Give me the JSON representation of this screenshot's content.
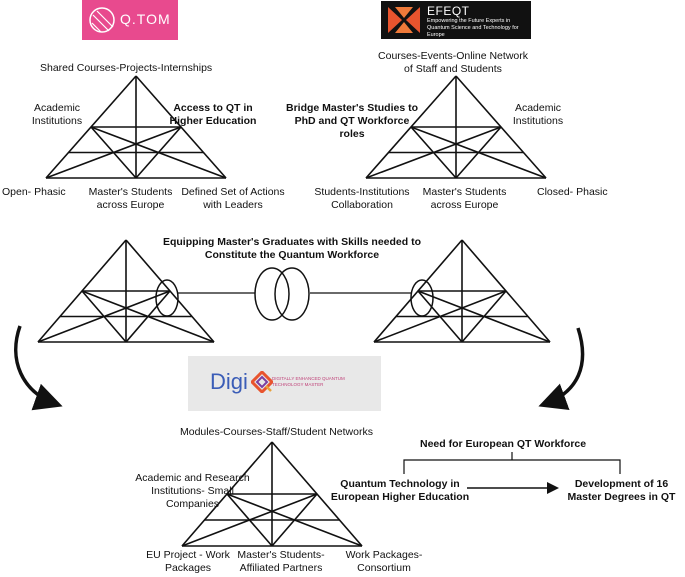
{
  "logos": {
    "qtom": {
      "text": "Q.TOM",
      "color": "#e84a8e"
    },
    "efeqt": {
      "text": "EFEQT",
      "tagline": "Empowering the Future Experts in Quantum Science and Technology for Europe",
      "color": "#111111"
    },
    "digiq": {
      "text": "Digi",
      "tagline": "DIGITALLY ENHANCED QUANTUM TECHNOLOGY MASTER",
      "color": "#3b5db7"
    }
  },
  "qtom_triangle": {
    "top": "Shared Courses-Projects-Internships",
    "left": "Academic Institutions",
    "right": "Access to QT in Higher Education",
    "bottom_left": "Open- Phasic",
    "bottom_center": "Master's Students across Europe",
    "bottom_right": "Defined Set of Actions with Leaders"
  },
  "efeqt_triangle": {
    "top": "Courses-Events-Online Network of Staff and Students",
    "left": "Bridge Master's Studies to PhD and QT Workforce roles",
    "right": "Academic Institutions",
    "bottom_left": "Students-Institutions Collaboration",
    "bottom_center": "Master's Students across Europe",
    "bottom_right": "Closed- Phasic"
  },
  "middle": {
    "title": "Equipping Master's Graduates with Skills needed to Constitute the Quantum Workforce"
  },
  "digiq_triangle": {
    "top": "Modules-Courses-Staff/Student Networks",
    "left": "Academic and Research Institutions- Small Companies",
    "bottom_left": "EU Project - Work Packages",
    "bottom_center": "Master's Students- Affiliated Partners",
    "bottom_right": "Work Packages- Consortium"
  },
  "flow": {
    "need": "Need for European QT Workforce",
    "from": "Quantum Technology in European Higher Education",
    "to": "Development of 16 Master Degrees in QT"
  }
}
